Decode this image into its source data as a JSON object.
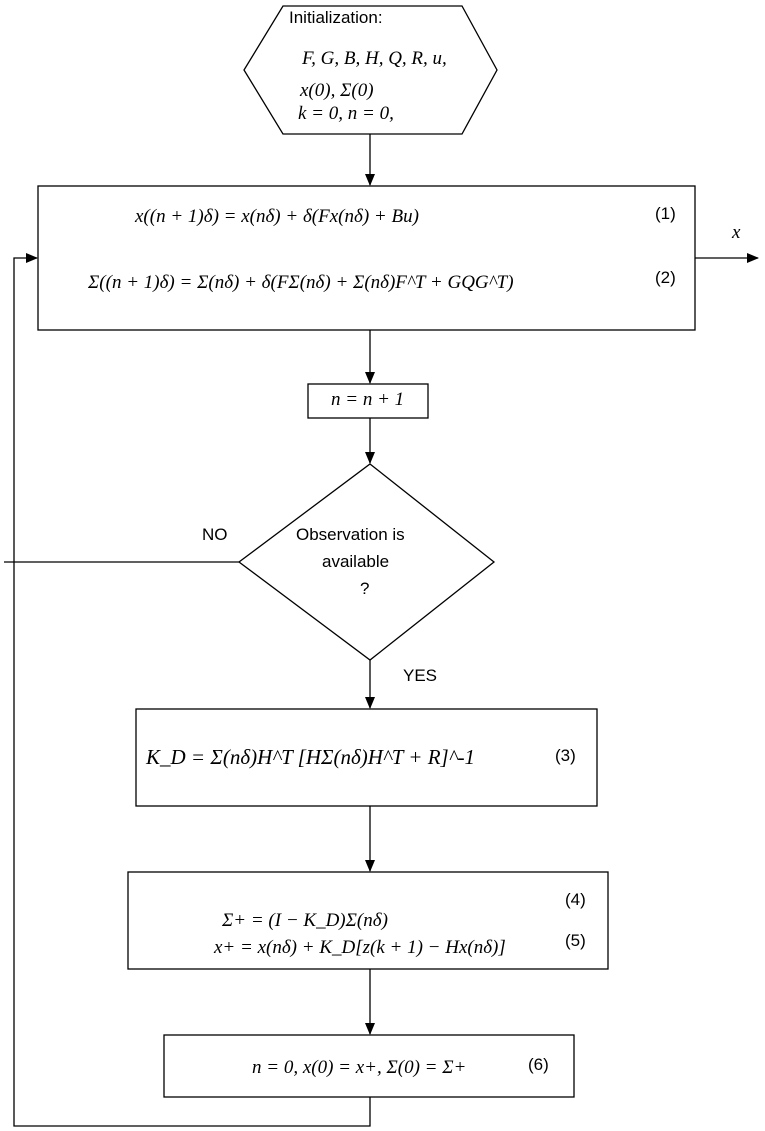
{
  "init": {
    "title": "Initialization:",
    "line1": "F, G, B, H, Q, R, u,",
    "line2": "x(0), Σ(0)",
    "line3": "k = 0, n = 0,"
  },
  "predict": {
    "eq1": "x((n + 1)δ) = x(nδ) + δ(Fx(nδ) + Bu)",
    "eq1_num": "(1)",
    "eq2": "Σ((n + 1)δ) = Σ(nδ) + δ(FΣ(nδ) + Σ(nδ)F^T + GQG^T)",
    "eq2_num": "(2)",
    "output": "x"
  },
  "increment": {
    "eq": "n = n + 1"
  },
  "decision": {
    "line1": "Observation is",
    "line2": "available",
    "line3": "?",
    "no_label": "NO",
    "yes_label": "YES"
  },
  "gain": {
    "eq": "K_D = Σ(nδ)H^T [HΣ(nδ)H^T + R]^-1",
    "eq_num": "(3)"
  },
  "update": {
    "eq4": "Σ+ = (I − K_D)Σ(nδ)",
    "eq4_num": "(4)",
    "eq5": "x+ = x(nδ) + K_D[z(k + 1) − Hx(nδ)]",
    "eq5_num": "(5)"
  },
  "reset": {
    "eq": "n = 0, x(0) = x+, Σ(0) = Σ+",
    "eq_num": "(6)"
  }
}
